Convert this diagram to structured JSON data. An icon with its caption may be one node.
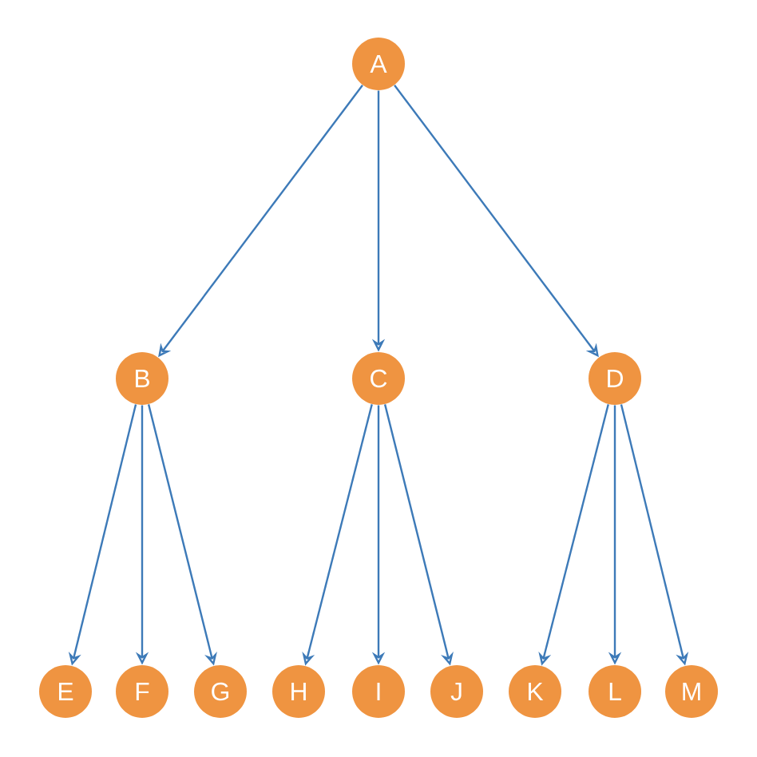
{
  "diagram": {
    "nodes": [
      {
        "text": [
          "A"
        ]
      },
      {
        "text": [
          "B"
        ]
      },
      {
        "text": [
          "C"
        ]
      },
      {
        "text": [
          "D"
        ]
      },
      {
        "text": [
          "E"
        ]
      },
      {
        "text": [
          "F"
        ]
      },
      {
        "text": [
          "G"
        ]
      },
      {
        "text": [
          "H"
        ]
      },
      {
        "text": [
          "I"
        ]
      },
      {
        "text": [
          "J"
        ]
      },
      {
        "text": [
          "K"
        ]
      },
      {
        "text": [
          "L"
        ]
      },
      {
        "text": [
          "M"
        ]
      }
    ],
    "edges": [
      {
        "from": 0,
        "to": 1,
        "arrow": "to"
      },
      {
        "from": 0,
        "to": 2,
        "arrow": "to"
      },
      {
        "from": 0,
        "to": 3,
        "arrow": "to"
      },
      {
        "from": 1,
        "to": 4,
        "arrow": "to"
      },
      {
        "from": 1,
        "to": 5,
        "arrow": "to"
      },
      {
        "from": 1,
        "to": 6,
        "arrow": "to"
      },
      {
        "from": 2,
        "to": 7,
        "arrow": "to"
      },
      {
        "from": 2,
        "to": 8,
        "arrow": "to"
      },
      {
        "from": 2,
        "to": 9,
        "arrow": "to"
      },
      {
        "from": 3,
        "to": 10,
        "arrow": "to"
      },
      {
        "from": 3,
        "to": 11,
        "arrow": "to"
      },
      {
        "from": 3,
        "to": 12,
        "arrow": "to"
      }
    ]
  }
}
